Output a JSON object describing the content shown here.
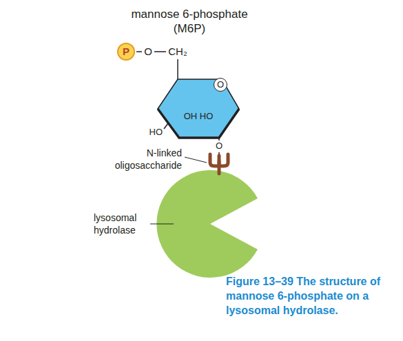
{
  "diagram": {
    "caption": "Figure 13–39 The structure of mannose 6-phosphate on a lysosomal hydrolase.",
    "nodes": [
      {
        "text": [
          "P"
        ]
      },
      {
        "text": [
          "O",
          "OH HO"
        ]
      }
    ],
    "labels": [
      "mannose 6-phosphate (M6P)",
      "O",
      "CH₂",
      "HO",
      "O",
      "N-linked oligosaccharide",
      "lysosomal hydrolase"
    ]
  }
}
